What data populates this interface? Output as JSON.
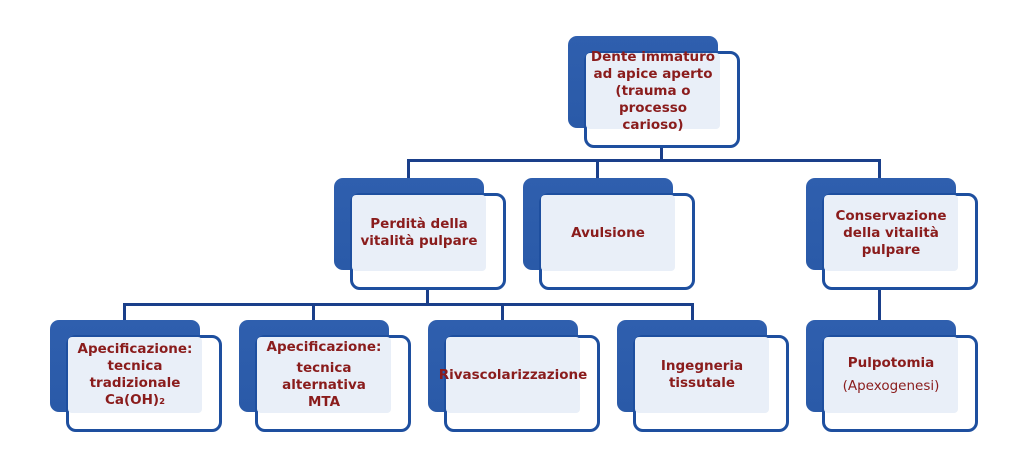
{
  "diagram": {
    "root": {
      "lines": [
        "Dente immaturo",
        "ad apice aperto",
        "(trauma o processo",
        "carioso)"
      ]
    },
    "level1": [
      {
        "lines": [
          "Perdità della",
          "vitalità pulpare"
        ]
      },
      {
        "lines": [
          "Avulsione"
        ]
      },
      {
        "lines": [
          "Conservazione",
          "della vitalità",
          "pulpare"
        ]
      }
    ],
    "level2": [
      {
        "lines": [
          "Apecificazione:",
          "tecnica",
          "tradizionale",
          "Ca(OH)₂"
        ]
      },
      {
        "lines": [
          "Apecificazione:",
          "tecnica alternativa",
          "MTA"
        ]
      },
      {
        "lines": [
          "Rivascolarizzazione"
        ]
      },
      {
        "lines": [
          "Ingegneria",
          "tissutale"
        ]
      },
      {
        "lines": [
          "Pulpotomia"
        ],
        "note": "(Apexogenesi)"
      }
    ],
    "colors": {
      "box": "#2f5fae",
      "border": "#1e4f9f",
      "text": "#8a1c1c",
      "connector": "#1a3f8a",
      "fill": "#e9eff8"
    }
  }
}
